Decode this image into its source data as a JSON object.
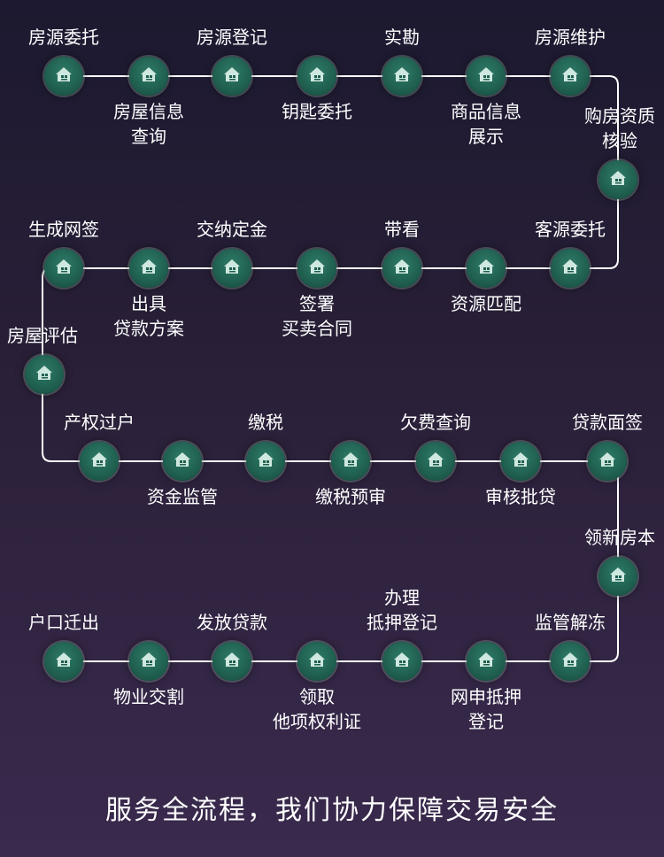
{
  "colors": {
    "line": "#ffffff",
    "node": "#1f5f50",
    "icon": "#cfe8df"
  },
  "icon": "house-icon",
  "rows": [
    {
      "steps": [
        {
          "label": [
            "房源委托"
          ],
          "pos": "above"
        },
        {
          "label": [
            "房屋信息",
            "查询"
          ],
          "pos": "below"
        },
        {
          "label": [
            "房源登记"
          ],
          "pos": "above"
        },
        {
          "label": [
            "钥匙委托"
          ],
          "pos": "below"
        },
        {
          "label": [
            "实勘"
          ],
          "pos": "above"
        },
        {
          "label": [
            "商品信息",
            "展示"
          ],
          "pos": "below"
        },
        {
          "label": [
            "房源维护"
          ],
          "pos": "above"
        }
      ]
    },
    {
      "connector": {
        "label": [
          "购房资质",
          "核验"
        ]
      }
    },
    {
      "steps": [
        {
          "label": [
            "客源委托"
          ],
          "pos": "above"
        },
        {
          "label": [
            "资源匹配"
          ],
          "pos": "below"
        },
        {
          "label": [
            "带看"
          ],
          "pos": "above"
        },
        {
          "label": [
            "签署",
            "买卖合同"
          ],
          "pos": "below"
        },
        {
          "label": [
            "交纳定金"
          ],
          "pos": "above"
        },
        {
          "label": [
            "出具",
            "贷款方案"
          ],
          "pos": "below"
        },
        {
          "label": [
            "生成网签"
          ],
          "pos": "above"
        }
      ]
    },
    {
      "connector": {
        "label": [
          "房屋评估"
        ]
      }
    },
    {
      "steps": [
        {
          "label": [
            "贷款面签"
          ],
          "pos": "above"
        },
        {
          "label": [
            "审核批贷"
          ],
          "pos": "below"
        },
        {
          "label": [
            "欠费查询"
          ],
          "pos": "above"
        },
        {
          "label": [
            "缴税预审"
          ],
          "pos": "below"
        },
        {
          "label": [
            "缴税"
          ],
          "pos": "above"
        },
        {
          "label": [
            "资金监管"
          ],
          "pos": "below"
        },
        {
          "label": [
            "产权过户"
          ],
          "pos": "above"
        }
      ]
    },
    {
      "connector": {
        "label": [
          "领新房本"
        ]
      }
    },
    {
      "steps": [
        {
          "label": [
            "监管解冻"
          ],
          "pos": "above"
        },
        {
          "label": [
            "网申抵押",
            "登记"
          ],
          "pos": "below"
        },
        {
          "label": [
            "办理",
            "抵押登记"
          ],
          "pos": "above"
        },
        {
          "label": [
            "领取",
            "他项权利证"
          ],
          "pos": "below"
        },
        {
          "label": [
            "发放贷款"
          ],
          "pos": "above"
        },
        {
          "label": [
            "物业交割"
          ],
          "pos": "below"
        },
        {
          "label": [
            "户口迁出"
          ],
          "pos": "above"
        }
      ]
    }
  ],
  "footer": "服务全流程，我们协力保障交易安全"
}
